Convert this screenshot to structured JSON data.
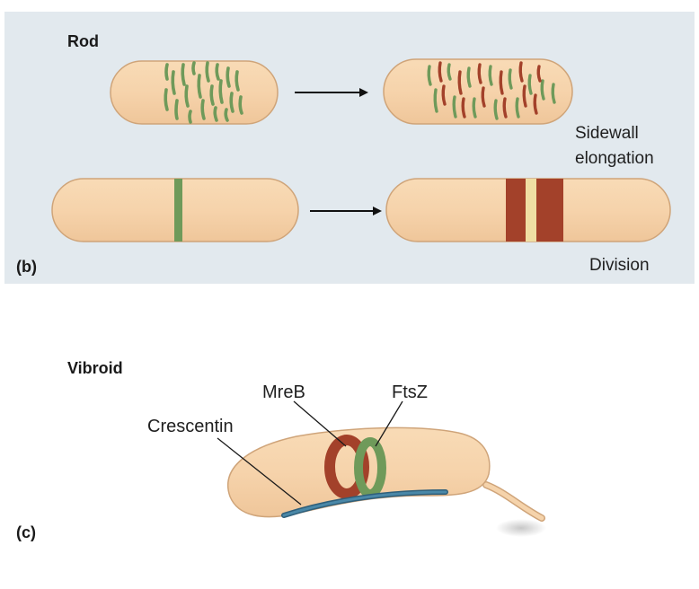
{
  "panel_b": {
    "title": "Rod",
    "label": "(b)",
    "process_1": {
      "line1": "Sidewall",
      "line2": "elongation"
    },
    "process_2": "Division"
  },
  "panel_c": {
    "title": "Vibroid",
    "label": "(c)",
    "callouts": {
      "mreb": "MreB",
      "ftsz": "FtsZ",
      "crescentin": "Crescentin"
    }
  },
  "colors": {
    "background_panel": "#e2e9ee",
    "cell_fill": "#f5d3ab",
    "cell_stroke": "#cfa479",
    "mreb_green": "#6f9a5a",
    "mreb_red": "#a3412a",
    "crescentin_blue": "#3b7594"
  }
}
